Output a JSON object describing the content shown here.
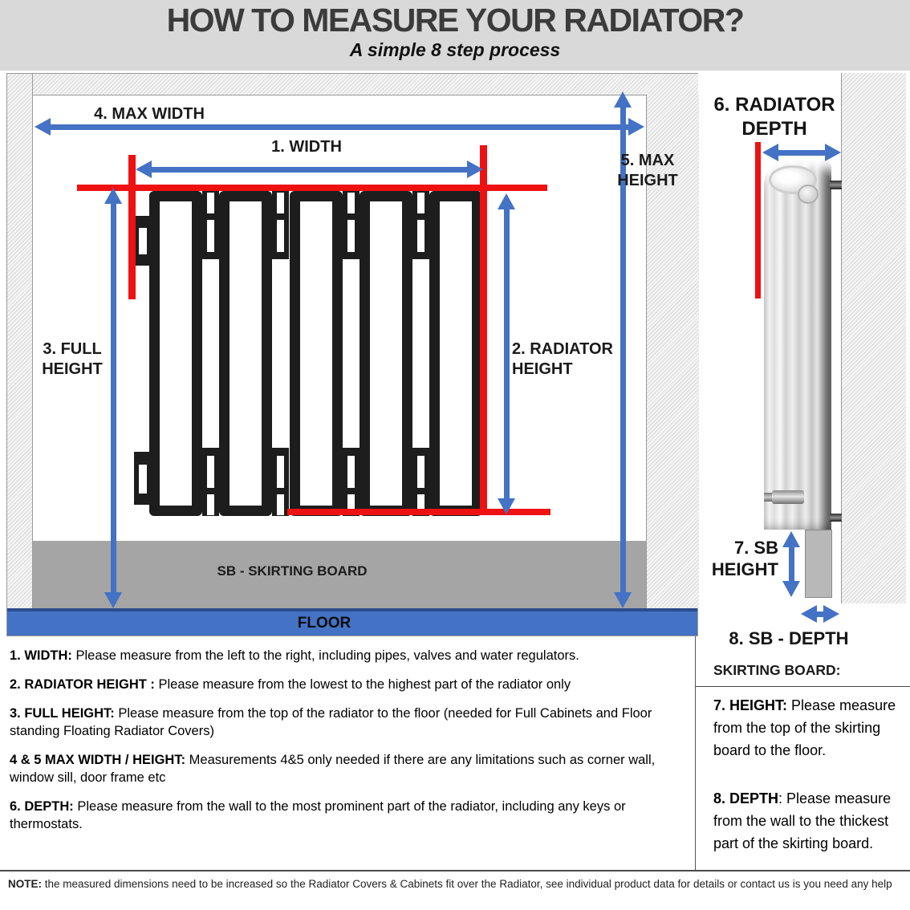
{
  "header": {
    "title": "HOW TO MEASURE YOUR RADIATOR?",
    "subtitle": "A simple 8 step process"
  },
  "diagram": {
    "labels": {
      "max_width": "4. MAX WIDTH",
      "width": "1. WIDTH",
      "full_height_line1": "3. FULL",
      "full_height_line2": "HEIGHT",
      "radiator_height_line1": "2. RADIATOR",
      "radiator_height_line2": "HEIGHT",
      "max_height_line1": "5. MAX",
      "max_height_line2": "HEIGHT",
      "skirting_band": "SB - SKIRTING BOARD",
      "floor": "FLOOR"
    }
  },
  "side": {
    "depth_line1": "6. RADIATOR",
    "depth_line2": "DEPTH",
    "sb_height_line1": "7. SB",
    "sb_height_line2": "HEIGHT",
    "sb_depth": "8. SB - DEPTH",
    "skirting_heading": "SKIRTING BOARD:",
    "steps": [
      {
        "label": "7. HEIGHT:",
        "text": " Please measure from the top of the skirting board to the floor."
      },
      {
        "label": "8. DEPTH",
        "text": ": Please measure from the wall to the thickest part of the skirting board."
      }
    ]
  },
  "instructions": [
    {
      "label": "1. WIDTH:",
      "text": " Please measure from the left to the right, including pipes, valves and water regulators."
    },
    {
      "label": "2. RADIATOR HEIGHT :",
      "text": " Please measure from the lowest to the highest part of the radiator only"
    },
    {
      "label": "3. FULL HEIGHT:",
      "text": " Please measure from the top of the radiator to the floor (needed for Full Cabinets and Floor standing Floating Radiator Covers)"
    },
    {
      "label": "4 & 5 MAX WIDTH / HEIGHT:",
      "text": " Measurements 4&5 only needed if there are any limitations such as corner wall, window sill, door frame etc"
    },
    {
      "label": "6. DEPTH:",
      "text": " Please measure from the wall to the most prominent part of the radiator, including any keys or thermostats."
    }
  ],
  "note": {
    "label": "NOTE:",
    "text": " the measured dimensions need to be increased so the Radiator Covers & Cabinets fit over the Radiator, see individual product data for details or contact us is you need any help"
  },
  "colors": {
    "accent_blue": "#4472c4",
    "floor_blue": "#4472c4",
    "marker_red": "#ee1111",
    "skirting_gray": "#a5a5a5",
    "header_gray": "#d9d9d9",
    "radiator_black": "#1d1d1d"
  }
}
